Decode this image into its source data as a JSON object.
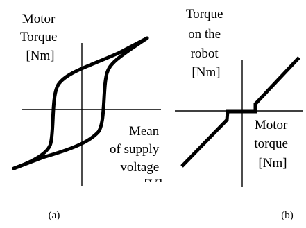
{
  "panel_a": {
    "y_axis_label": [
      "Motor",
      "Torque",
      "[Nm]"
    ],
    "x_axis_label": [
      "Mean",
      "of supply",
      "voltage",
      "[V]"
    ],
    "caption": "(a)"
  },
  "panel_b": {
    "y_axis_label": [
      "Torque",
      "on the",
      "robot",
      "[Nm]"
    ],
    "x_axis_label": [
      "Motor",
      "torque",
      "[Nm]"
    ],
    "caption": "(b)"
  },
  "colors": {
    "ink": "#000000",
    "background": "#ffffff"
  }
}
